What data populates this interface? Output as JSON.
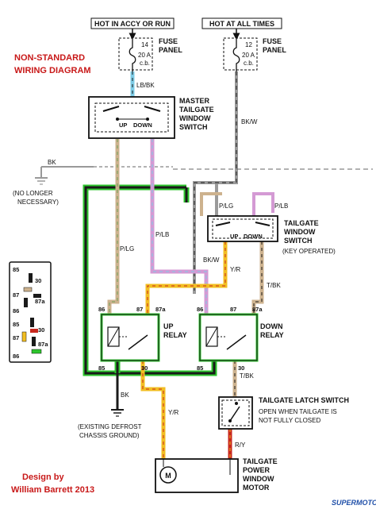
{
  "heading": {
    "title_line1": "NON-STANDARD",
    "title_line2": "WIRING DIAGRAM",
    "credit_line1": "Design by",
    "credit_line2": "William Barrett 2013",
    "watermark": "SUPERMOTORS"
  },
  "power": {
    "left_source": "HOT IN ACCY OR RUN",
    "right_source": "HOT AT ALL TIMES",
    "left_fuse_number": "14",
    "right_fuse_number": "12",
    "fuse_rating": "20 A",
    "fuse_type": "c.b.",
    "fuse_label_line1": "FUSE",
    "fuse_label_line2": "PANEL"
  },
  "master_switch": {
    "label_line1": "MASTER",
    "label_line2": "TAILGATE",
    "label_line3": "WINDOW",
    "label_line4": "SWITCH",
    "up": "UP",
    "down": "DOWN"
  },
  "tailgate_switch": {
    "label_line1": "TAILGATE",
    "label_line2": "WINDOW",
    "label_line3": "SWITCH",
    "note": "(KEY OPERATED)",
    "up": "UP",
    "down": "DOWN"
  },
  "ground_note": {
    "line1": "(NO LONGER",
    "line2": "NECESSARY)"
  },
  "relays": {
    "up_line1": "UP",
    "up_line2": "RELAY",
    "down_line1": "DOWN",
    "down_line2": "RELAY",
    "pins": [
      "86",
      "87",
      "87a",
      "85",
      "30"
    ]
  },
  "latch": {
    "label": "TAILGATE LATCH SWITCH",
    "note_line1": "OPEN WHEN TAILGATE IS",
    "note_line2": "NOT FULLY CLOSED"
  },
  "motor": {
    "line1": "TAILGATE",
    "line2": "POWER",
    "line3": "WINDOW",
    "line4": "MOTOR",
    "symbol": "M"
  },
  "chassis_ground": {
    "line1": "(EXISTING DEFROST",
    "line2": "CHASSIS GROUND)"
  },
  "wires": {
    "lb_bk": "LB/BK",
    "bk_w": "BK/W",
    "bk_gnd_top": "BK",
    "p_lg_left": "P/LG",
    "p_lb_left": "P/LB",
    "p_lg_right": "P/LG",
    "p_lb_right": "P/LB",
    "bk_w_lower": "BK/W",
    "y_r_upper": "Y/R",
    "t_bk_upper": "T/BK",
    "t_bk_lower": "T/BK",
    "bk_lower": "BK",
    "y_r_lower": "Y/R",
    "r_y": "R/Y"
  },
  "colors": {
    "black": "#1a1a1a",
    "green": "#2ec62e",
    "tan": "#cdb28e",
    "pink": "#d49ad4",
    "yellow": "#f2be22",
    "red": "#c8281e",
    "light_blue": "#7ecce6",
    "white_wire": "#9a9a9a",
    "title_red": "#c81818"
  }
}
